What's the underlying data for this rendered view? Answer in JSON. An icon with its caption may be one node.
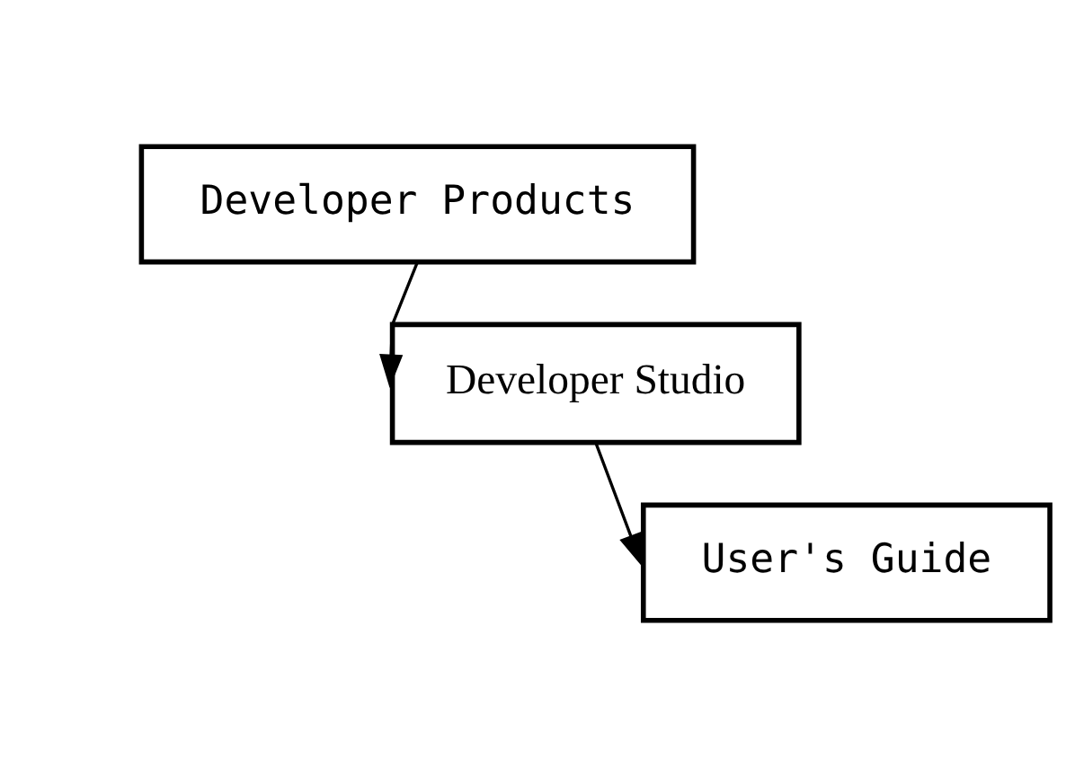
{
  "diagram": {
    "nodes": [
      {
        "text": [
          "Developer Products"
        ]
      },
      {
        "text": [
          "Developer Studio"
        ]
      },
      {
        "text": [
          "User's Guide"
        ]
      }
    ],
    "edges": [
      {
        "from": 0,
        "to": 1,
        "arrow": "to"
      },
      {
        "from": 1,
        "to": 2,
        "arrow": "to"
      }
    ]
  }
}
